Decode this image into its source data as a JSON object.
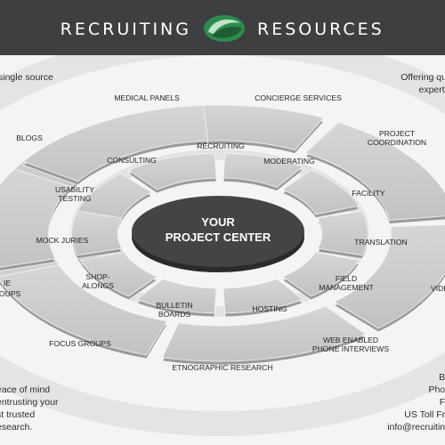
{
  "header": {
    "brand_left": "RECRUITING",
    "brand_right": "RESOURCES",
    "logo_icon": "green-swoosh-logo-icon",
    "background": "#3e3f41",
    "accent": "#2e8b4e"
  },
  "center": {
    "line1": "YOUR",
    "line2": "PROJECT CENTER"
  },
  "inner_ring": {
    "recruiting": "RECRUITING",
    "moderating": "MODERATING",
    "facility": "FACILITY",
    "translation": "TRANSLATION",
    "field_management": [
      "FIELD",
      "MANAGEMENT"
    ],
    "hosting": "HOSTING",
    "bulletin_boards": [
      "BULLETIN",
      "BOARDS"
    ],
    "shop_alongs": [
      "SHOP-",
      "ALONGS"
    ],
    "mock_juries": "MOCK JURIES",
    "usability_testing": [
      "USABILITY",
      "TESTING"
    ],
    "consulting": "CONSULTING"
  },
  "outer_ring": {
    "medical_panels": "MEDICAL PANELS",
    "concierge_services": "CONCIERGE SERVICES",
    "project_coordination": [
      "PROJECT",
      "COORDINATION"
    ],
    "video": "VIDE",
    "web_enabled_phone_interviews": [
      "WEB ENABLED",
      "PHONE INTERVIEWS"
    ],
    "etnographic_research": "ETNOGRAPHIC RESEARCH",
    "focus_groups": "FOCUS GROUPS",
    "groups_partial": [
      "IE",
      "ROUPS"
    ],
    "blogs": "BLOGS"
  },
  "corners": {
    "top_left": [
      "single source",
      ":"
    ],
    "top_right": [
      "Offering qu",
      "experti"
    ],
    "bottom_left": [
      "eace of mind",
      "entrusting your",
      "st trusted",
      "esearch."
    ],
    "bottom_right": [
      "Bu",
      "Phon",
      "Fa",
      "US Toll Fre",
      "info@recruiting"
    ]
  }
}
